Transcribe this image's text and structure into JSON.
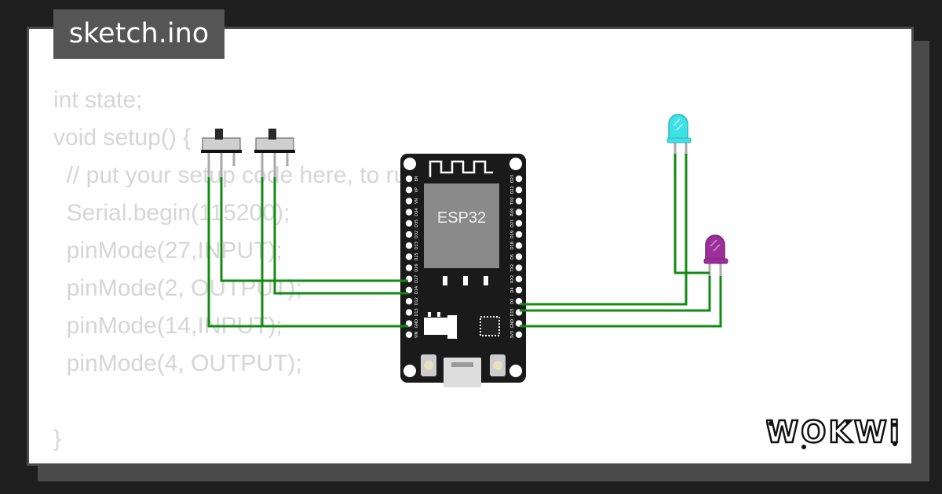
{
  "file_tab": {
    "name": "sketch.ino"
  },
  "code_lines": [
    "int state;",
    "void setup() {",
    "  // put your setup code here, to run once:",
    "  Serial.begin(115200);",
    "  pinMode(27,INPUT);",
    "  pinMode(2, OUTPUT);",
    "  pinMode(14,INPUT);",
    "  pinMode(4, OUTPUT);",
    "",
    "}"
  ],
  "board": {
    "chip_label": "ESP32",
    "left_pins": [
      "EN",
      "VP",
      "VN",
      "D34",
      "D35",
      "D32",
      "D33",
      "D25",
      "D26",
      "D27",
      "D14",
      "D12",
      "D13",
      "GND",
      "VIN"
    ],
    "right_pins": [
      "D23",
      "D22",
      "TX0",
      "RX0",
      "D21",
      "D19",
      "D18",
      "D5",
      "TX2",
      "RX2",
      "D4",
      "D2",
      "D15",
      "GND",
      "3V3"
    ]
  },
  "leds": [
    {
      "color_name": "cyan",
      "color": "#3fe0e6"
    },
    {
      "color_name": "purple",
      "color": "#9b2f9b"
    }
  ],
  "colors": {
    "wire": "#138a13",
    "board": "#1a1a1a",
    "chip": "#8a8a8a",
    "code_text": "#d6d6d6",
    "tab_bg": "#555555"
  },
  "brand": {
    "logo_text": "WOKWi"
  }
}
